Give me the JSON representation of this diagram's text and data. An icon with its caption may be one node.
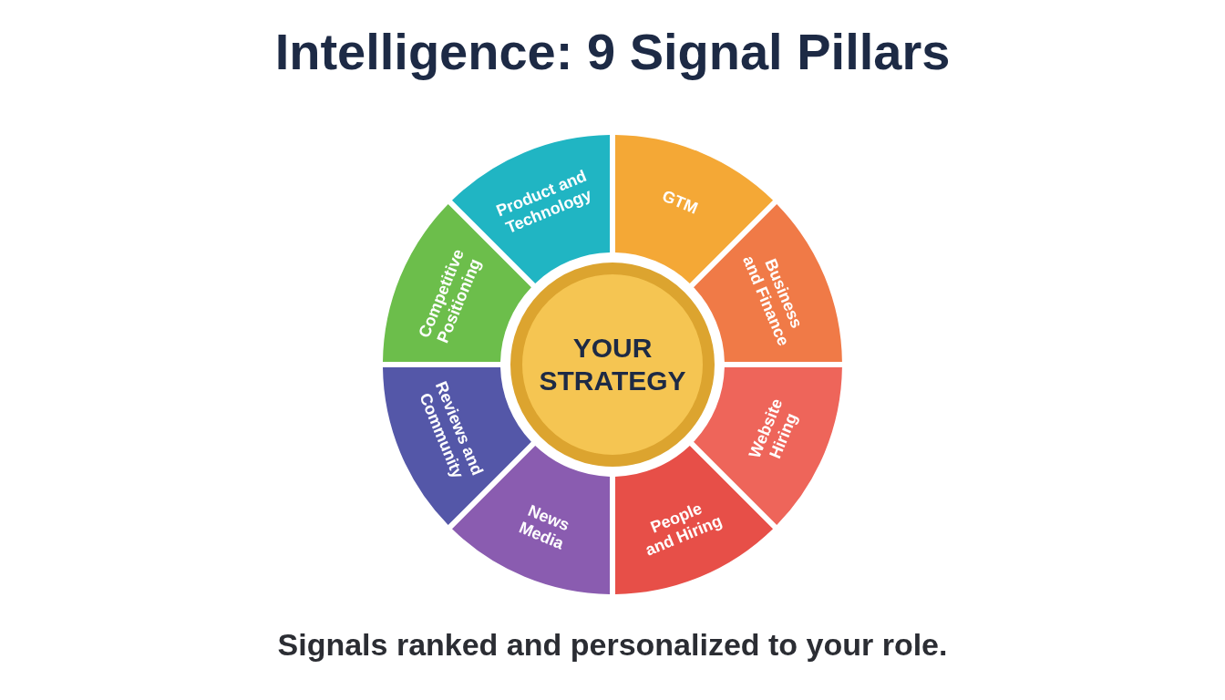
{
  "diagram": {
    "title": "Intelligence: 9 Signal Pillars",
    "caption": "Signals ranked and personalized to your role.",
    "nodes": [
      {
        "text": [
          "Product and Technology"
        ]
      },
      {
        "text": [
          "GTM"
        ]
      },
      {
        "text": [
          "Business and Finance"
        ]
      },
      {
        "text": [
          "Website Hiring"
        ]
      },
      {
        "text": [
          "People and Hiring"
        ]
      },
      {
        "text": [
          "News Media"
        ]
      },
      {
        "text": [
          "Reviews and Community"
        ]
      },
      {
        "text": [
          "Competitive Positioning"
        ]
      },
      {
        "text": [
          "YOUR STRATEGY"
        ]
      }
    ]
  }
}
